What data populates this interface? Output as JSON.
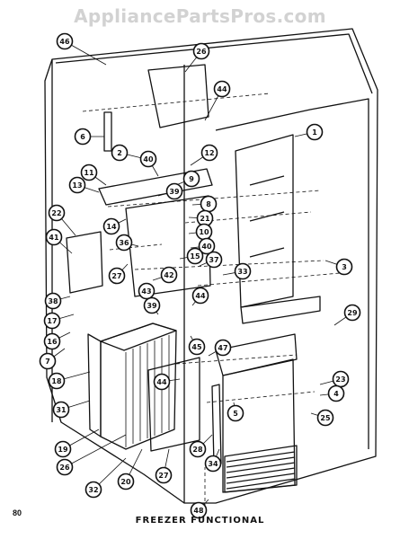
{
  "watermark": "AppliancePartsPros.com",
  "page_number": "80",
  "title": "FREEZER FUNCTIONAL",
  "callouts": [
    {
      "id": "c1",
      "label": "46"
    },
    {
      "id": "c2",
      "label": "26"
    },
    {
      "id": "c3",
      "label": "44"
    },
    {
      "id": "c4",
      "label": "6"
    },
    {
      "id": "c5",
      "label": "2"
    },
    {
      "id": "c6",
      "label": "40"
    },
    {
      "id": "c7",
      "label": "12"
    },
    {
      "id": "c8",
      "label": "1"
    },
    {
      "id": "c9",
      "label": "11"
    },
    {
      "id": "c10",
      "label": "9"
    },
    {
      "id": "c11",
      "label": "13"
    },
    {
      "id": "c12",
      "label": "39"
    },
    {
      "id": "c13",
      "label": "8"
    },
    {
      "id": "c14",
      "label": "21"
    },
    {
      "id": "c15",
      "label": "22"
    },
    {
      "id": "c16",
      "label": "14"
    },
    {
      "id": "c17",
      "label": "10"
    },
    {
      "id": "c18",
      "label": "41"
    },
    {
      "id": "c19",
      "label": "36"
    },
    {
      "id": "c20",
      "label": "40"
    },
    {
      "id": "c21",
      "label": "37"
    },
    {
      "id": "c22",
      "label": "27"
    },
    {
      "id": "c23",
      "label": "15"
    },
    {
      "id": "c24",
      "label": "3"
    },
    {
      "id": "c25",
      "label": "42"
    },
    {
      "id": "c26",
      "label": "33"
    },
    {
      "id": "c27",
      "label": "38"
    },
    {
      "id": "c28",
      "label": "43"
    },
    {
      "id": "c29",
      "label": "17"
    },
    {
      "id": "c30",
      "label": "39"
    },
    {
      "id": "c31",
      "label": "44"
    },
    {
      "id": "c32",
      "label": "29"
    },
    {
      "id": "c33",
      "label": "16"
    },
    {
      "id": "c34",
      "label": "7"
    },
    {
      "id": "c35",
      "label": "45"
    },
    {
      "id": "c36",
      "label": "47"
    },
    {
      "id": "c37",
      "label": "18"
    },
    {
      "id": "c38",
      "label": "23"
    },
    {
      "id": "c39",
      "label": "4"
    },
    {
      "id": "c40",
      "label": "44"
    },
    {
      "id": "c41",
      "label": "31"
    },
    {
      "id": "c42",
      "label": "5"
    },
    {
      "id": "c43",
      "label": "25"
    },
    {
      "id": "c44",
      "label": "19"
    },
    {
      "id": "c45",
      "label": "26"
    },
    {
      "id": "c46",
      "label": "28"
    },
    {
      "id": "c47",
      "label": "34"
    },
    {
      "id": "c48",
      "label": "20"
    },
    {
      "id": "c49",
      "label": "27"
    },
    {
      "id": "c50",
      "label": "32"
    },
    {
      "id": "c51",
      "label": "48"
    }
  ]
}
